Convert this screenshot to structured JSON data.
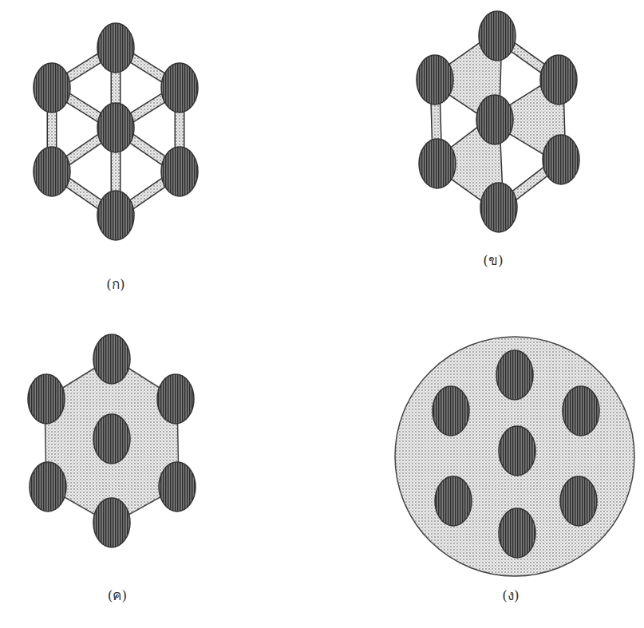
{
  "diagram": {
    "labels": [
      "(ก)",
      "(ข)",
      "(ค)",
      "(ง)"
    ]
  }
}
